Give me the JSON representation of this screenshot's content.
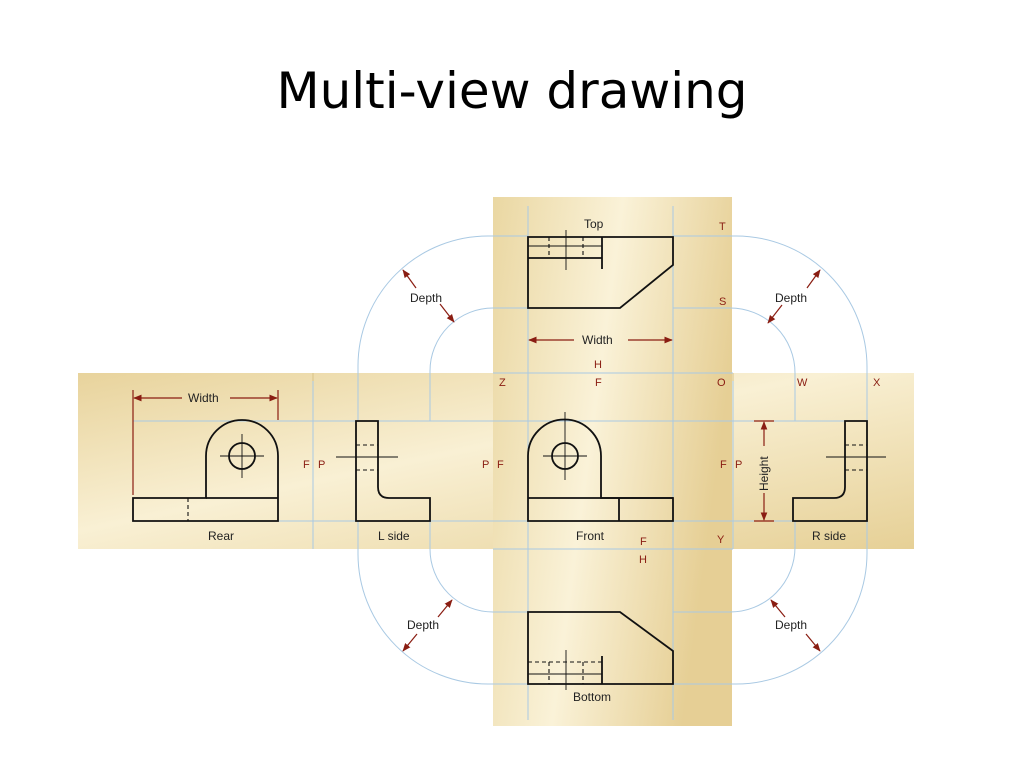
{
  "title": "Multi-view drawing",
  "views": {
    "top": "Top",
    "rear": "Rear",
    "left_side": "L side",
    "front": "Front",
    "right_side": "R side",
    "bottom": "Bottom"
  },
  "dimensions": {
    "width": "Width",
    "height": "Height",
    "depth": "Depth"
  },
  "reference_letters": {
    "t": "T",
    "s": "S",
    "h": "H",
    "z": "Z",
    "f": "F",
    "o": "O",
    "w": "W",
    "x": "X",
    "p": "P",
    "y": "Y"
  },
  "colors": {
    "panel": "#eedcaa",
    "panel_light": "#f8eecf",
    "projection_line": "#a9c9e3",
    "dimension_line": "#8a1d12",
    "object_line": "#111111"
  }
}
